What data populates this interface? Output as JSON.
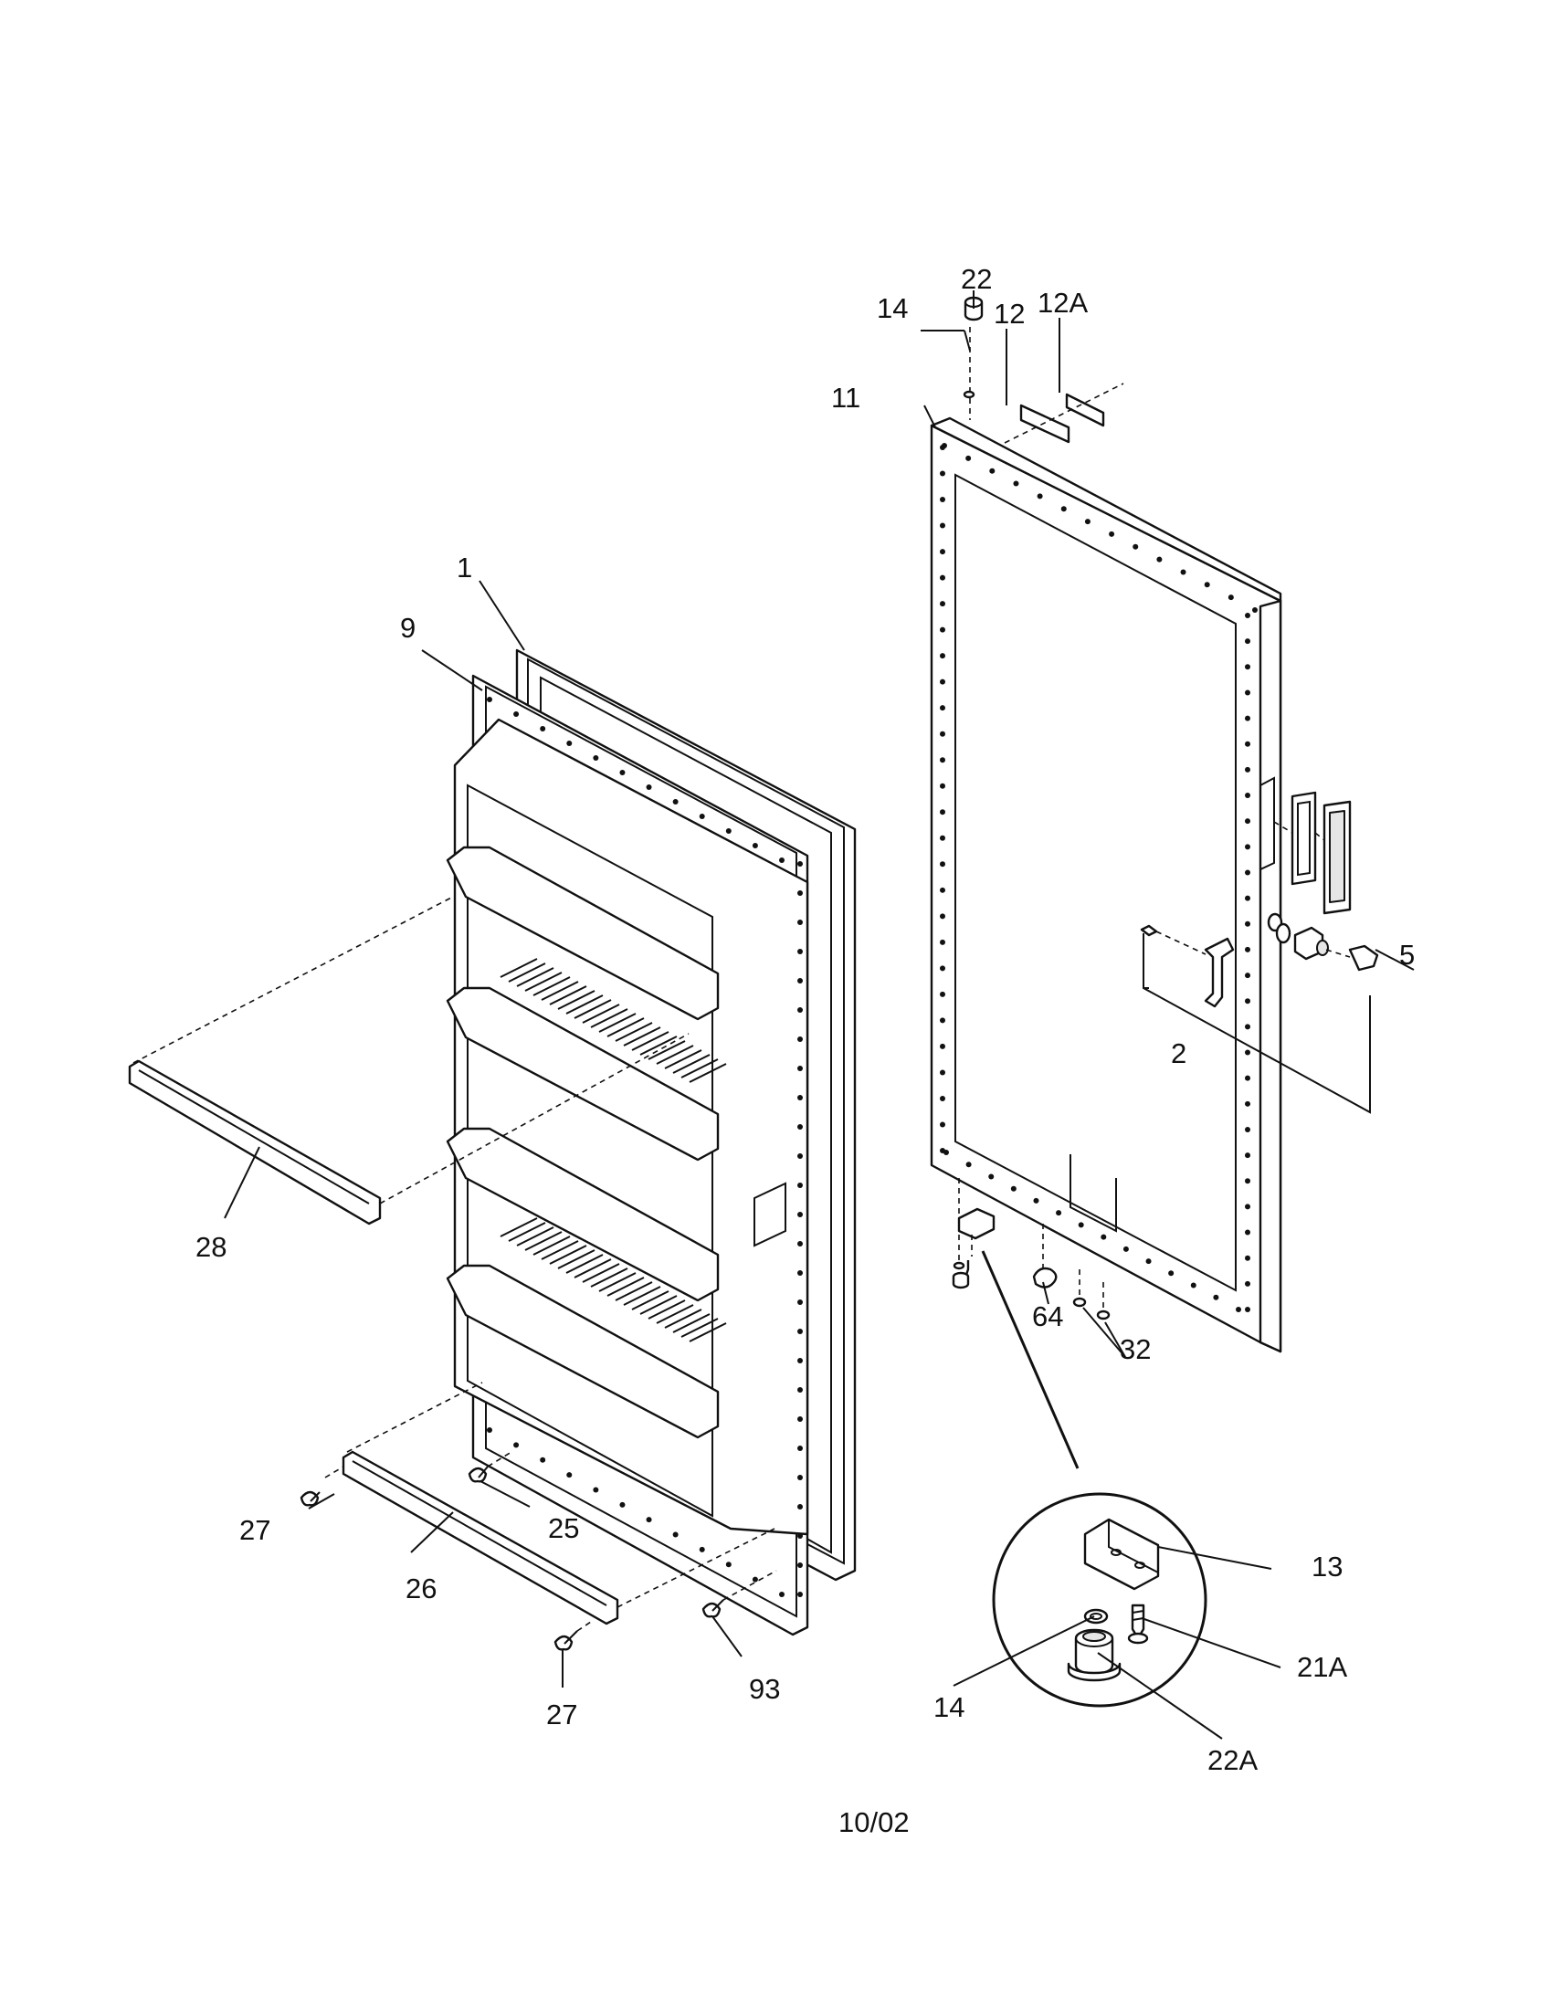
{
  "diagram": {
    "labels": {
      "p1": "1",
      "p2": "2",
      "p5": "5",
      "p9": "9",
      "p11": "11",
      "p12": "12",
      "p12a": "12A",
      "p13": "13",
      "p14_top": "14",
      "p14_detail": "14",
      "p21a": "21A",
      "p22_top": "22",
      "p22a": "22A",
      "p25": "25",
      "p26": "26",
      "p27_left": "27",
      "p27_bottom": "27",
      "p28": "28",
      "p32": "32",
      "p64": "64",
      "p93": "93"
    },
    "footer": "10/02"
  }
}
